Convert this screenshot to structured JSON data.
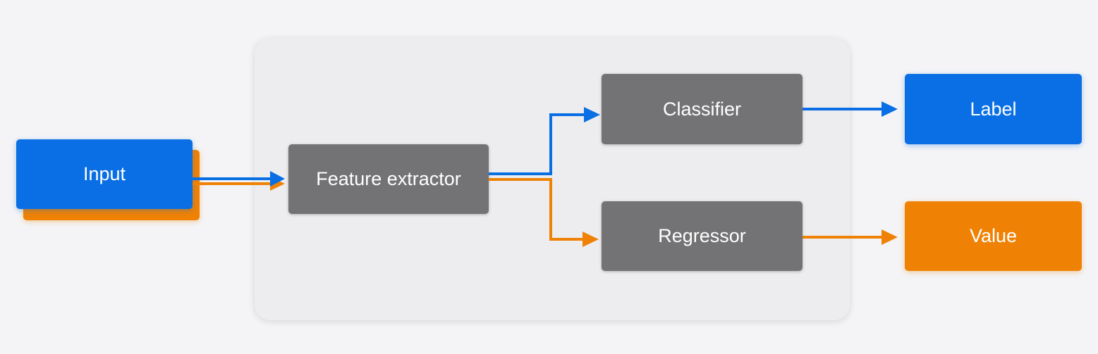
{
  "diagram": {
    "nodes": {
      "input": "Input",
      "feature_extractor": "Feature extractor",
      "classifier": "Classifier",
      "regressor": "Regressor",
      "label": "Label",
      "value": "Value"
    },
    "edges": [
      {
        "from": "input",
        "to": "feature_extractor",
        "color": "blue"
      },
      {
        "from": "input",
        "to": "feature_extractor",
        "color": "orange"
      },
      {
        "from": "feature_extractor",
        "to": "classifier",
        "color": "blue"
      },
      {
        "from": "feature_extractor",
        "to": "regressor",
        "color": "orange"
      },
      {
        "from": "classifier",
        "to": "label",
        "color": "blue"
      },
      {
        "from": "regressor",
        "to": "value",
        "color": "orange"
      }
    ]
  },
  "colors": {
    "blue": "#0a6fe4",
    "orange": "#ef8205",
    "gray": "#737375",
    "panel": "#ededef",
    "background": "#f4f4f6"
  }
}
